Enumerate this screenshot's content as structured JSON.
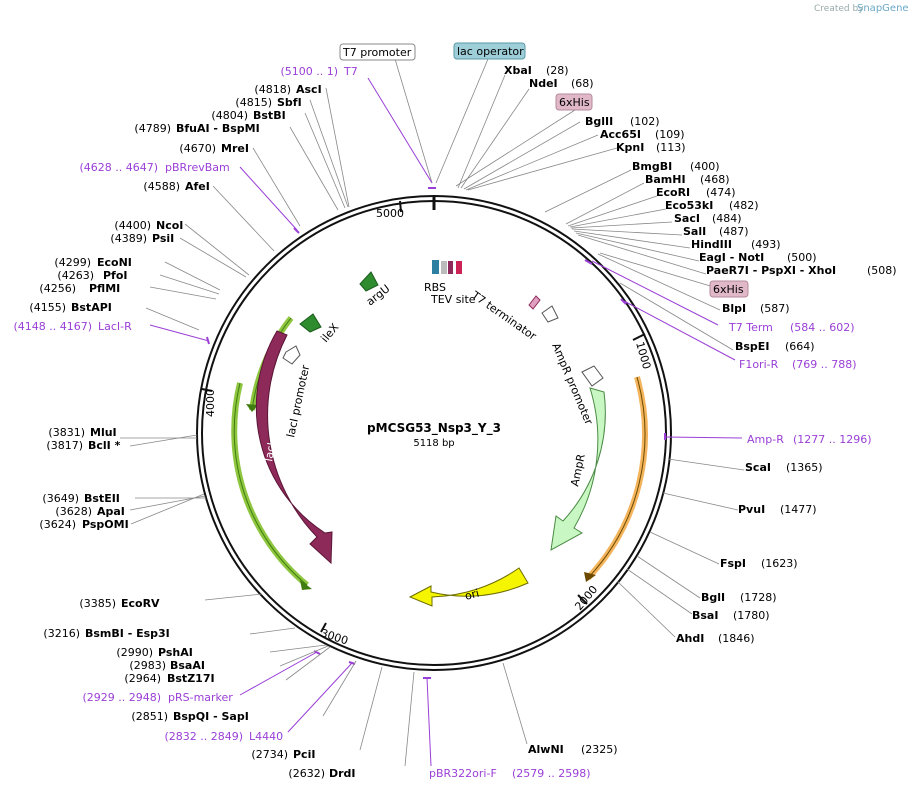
{
  "header": {
    "created_by": "Created by",
    "brand": "SnapGene"
  },
  "plasmid": {
    "name": "pMCSG53_Nsp3_Y_3",
    "length": "5118 bp"
  },
  "ticks": [
    {
      "label": "1000",
      "bp": 1000
    },
    {
      "label": "2000",
      "bp": 2000
    },
    {
      "label": "3000",
      "bp": 3000
    },
    {
      "label": "4000",
      "bp": 4000
    },
    {
      "label": "5000",
      "bp": 5000
    }
  ],
  "boxes": {
    "t7_promoter": "T7 promoter",
    "lac_operator": "lac operator",
    "his_tag_1": "6xHis",
    "his_tag_2": "6xHis"
  },
  "features": {
    "argU": "argU",
    "ileX": "ileX",
    "lacI_promoter": "lacI promoter",
    "lacI": "lacI",
    "rbs": "RBS",
    "tev_site": "TEV site",
    "t7_terminator": "T7 terminator",
    "ampR_promoter": "AmpR promoter",
    "ampR": "AmpR",
    "ori": "ori"
  },
  "sites": [
    {
      "name": "XbaI",
      "pos": "(28)"
    },
    {
      "name": "NdeI",
      "pos": "(68)"
    },
    {
      "name": "BglII",
      "pos": "(102)"
    },
    {
      "name": "Acc65I",
      "pos": "(109)"
    },
    {
      "name": "KpnI",
      "pos": "(113)"
    },
    {
      "name": "BmgBI",
      "pos": "(400)"
    },
    {
      "name": "BamHI",
      "pos": "(468)"
    },
    {
      "name": "EcoRI",
      "pos": "(474)"
    },
    {
      "name": "Eco53kI",
      "pos": "(482)"
    },
    {
      "name": "SacI",
      "pos": "(484)"
    },
    {
      "name": "SalI",
      "pos": "(487)"
    },
    {
      "name": "HindIII",
      "pos": "(493)"
    },
    {
      "name": "EagI - NotI",
      "pos": "(500)"
    },
    {
      "name": "PaeR7I - PspXI - XhoI",
      "pos": "(508)"
    },
    {
      "name": "BlpI",
      "pos": "(587)"
    },
    {
      "name": "BspEI",
      "pos": "(664)"
    },
    {
      "name": "ScaI",
      "pos": "(1365)"
    },
    {
      "name": "PvuI",
      "pos": "(1477)"
    },
    {
      "name": "FspI",
      "pos": "(1623)"
    },
    {
      "name": "BglI",
      "pos": "(1728)"
    },
    {
      "name": "BsaI",
      "pos": "(1780)"
    },
    {
      "name": "AhdI",
      "pos": "(1846)"
    },
    {
      "name": "AlwNI",
      "pos": "(2325)"
    },
    {
      "name": "DrdI",
      "pos": "(2632)"
    },
    {
      "name": "PciI",
      "pos": "(2734)"
    },
    {
      "name": "BspQI - SapI",
      "pos": "(2851)"
    },
    {
      "name": "BstZ17I",
      "pos": "(2964)"
    },
    {
      "name": "BsaAI",
      "pos": "(2983)"
    },
    {
      "name": "PshAI",
      "pos": "(2990)"
    },
    {
      "name": "BsmBI - Esp3I",
      "pos": "(3216)"
    },
    {
      "name": "EcoRV",
      "pos": "(3385)"
    },
    {
      "name": "PspOMI",
      "pos": "(3624)"
    },
    {
      "name": "ApaI",
      "pos": "(3628)"
    },
    {
      "name": "BstEII",
      "pos": "(3649)"
    },
    {
      "name": "BclI *",
      "pos": "(3817)"
    },
    {
      "name": "MluI",
      "pos": "(3831)"
    },
    {
      "name": "BstAPI",
      "pos": "(4155)"
    },
    {
      "name": "PflMI",
      "pos": "(4256)"
    },
    {
      "name": "PfoI",
      "pos": "(4263)"
    },
    {
      "name": "EcoNI",
      "pos": "(4299)"
    },
    {
      "name": "PsiI",
      "pos": "(4389)"
    },
    {
      "name": "NcoI",
      "pos": "(4400)"
    },
    {
      "name": "AfeI",
      "pos": "(4588)"
    },
    {
      "name": "MreI",
      "pos": "(4670)"
    },
    {
      "name": "BfuAI - BspMI",
      "pos": "(4789)"
    },
    {
      "name": "BstBI",
      "pos": "(4804)"
    },
    {
      "name": "SbfI",
      "pos": "(4815)"
    },
    {
      "name": "AscI",
      "pos": "(4818)"
    }
  ],
  "primers": [
    {
      "name": "T7",
      "range": "(5100 .. 1)"
    },
    {
      "name": "T7 Term",
      "range": "(584 .. 602)"
    },
    {
      "name": "F1ori-R",
      "range": "(769 .. 788)"
    },
    {
      "name": "Amp-R",
      "range": "(1277 .. 1296)"
    },
    {
      "name": "pBR322ori-F",
      "range": "(2579 .. 2598)"
    },
    {
      "name": "L4440",
      "range": "(2832 .. 2849)"
    },
    {
      "name": "pRS-marker",
      "range": "(2929 .. 2948)"
    },
    {
      "name": "LacI-R",
      "range": "(4148 .. 4167)"
    },
    {
      "name": "pBRrevBam",
      "range": "(4628 .. 4647)"
    }
  ],
  "colors": {
    "backbone": "#111111",
    "lacI": "#8e2a5a",
    "ampR": "#c9f7c3",
    "ori": "#f5f500",
    "origin_arc": "#f3b45c",
    "green_arc": "#8ec63f",
    "primer": "#9a3fd6",
    "t7_box": "#ffffff",
    "lac_box": "#9ecfd8",
    "his_box": "#e0b8c8"
  }
}
